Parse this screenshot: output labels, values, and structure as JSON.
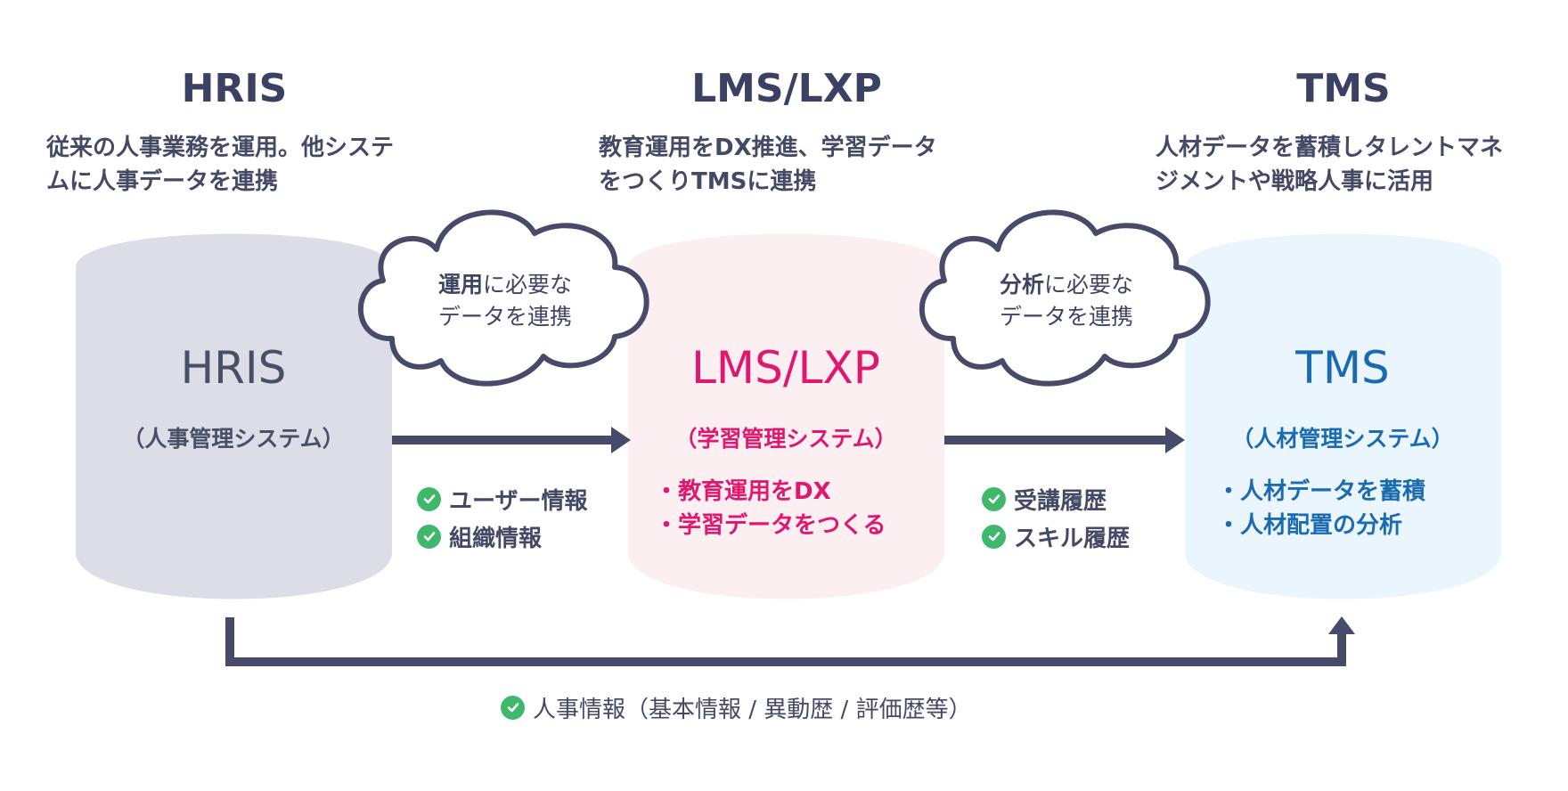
{
  "columns": [
    {
      "title": "HRIS",
      "description_lines": [
        "従来の人事業務を運用。他システ",
        "ムに人事データを連携"
      ],
      "cylinder_name": "HRIS",
      "cylinder_sub": "（人事管理システム）",
      "bullets": [],
      "color": "#dcdde6",
      "text_color": "#4a4f68"
    },
    {
      "title": "LMS/LXP",
      "description_lines": [
        "教育運用をDX推進、学習データ",
        "をつくりTMSに連携"
      ],
      "cylinder_name": "LMS/LXP",
      "cylinder_sub": "（学習管理システム）",
      "bullets": [
        "・教育運用をDX",
        "・学習データをつくる"
      ],
      "color": "#fbeff1",
      "text_color": "#e0176e"
    },
    {
      "title": "TMS",
      "description_lines": [
        "人材データを蓄積しタレントマネ",
        "ジメントや戦略人事に活用"
      ],
      "cylinder_name": "TMS",
      "cylinder_sub": "（人材管理システム）",
      "bullets": [
        "・人材データを蓄積",
        "・人材配置の分析"
      ],
      "color": "#eaf5fd",
      "text_color": "#1b6bb0"
    }
  ],
  "clouds": [
    {
      "bold": "運用",
      "rest": "に必要な",
      "line2": "データを連携"
    },
    {
      "bold": "分析",
      "rest": "に必要な",
      "line2": "データを連携"
    }
  ],
  "links": {
    "hris_to_lms": [
      "ユーザー情報",
      "組織情報"
    ],
    "lms_to_tms": [
      "受講履歴",
      "スキル履歴"
    ],
    "hris_to_tms": "人事情報（基本情報 / 異動歴 / 評価歴等）"
  },
  "colors": {
    "arrow": "#474b69",
    "check": "#3fb86c",
    "cloud_stroke": "#474b69"
  }
}
